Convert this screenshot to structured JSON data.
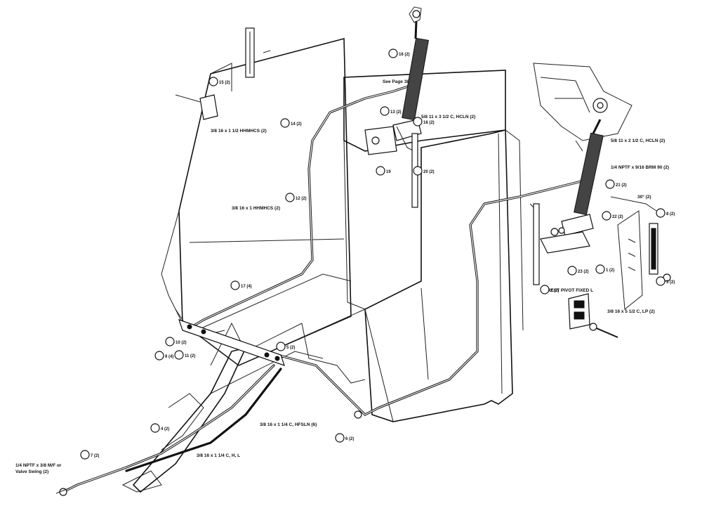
{
  "labels": {
    "see_page": "See Page 38",
    "bolt_1": "3/8 16 x 1 1/2 HHMHCS (2)",
    "bolt_2": "3/8 16 x 1 HHMHCS (2)",
    "bolt_3": "5/8 11 x 3 1/2 C, HCLN (2)",
    "bolt_4": "5/8 11 x 2 1/2 C, HCLN (2)",
    "fitting_1": "1/4 NPTF x 9/16 BRM 90 (2)",
    "angle_30": "30° (2)",
    "pivot": "(2) REST PIVOT FIXED L",
    "bolt_5": "3/8 16 x 5 1/2 C, LP (2)",
    "bolt_6": "3/8 16 x 1 1/4 C, HFSLN (6)",
    "bolt_7": "3/8 16 x 1 1/4 C, H, L",
    "fitting_2_line1": "1/4 NPTF x 3/8 M/F or",
    "fitting_2_line2": "Valve Swing (2)"
  },
  "callouts": {
    "c15": "15 (2)",
    "c14": "14 (2)",
    "c16": "16 (2)",
    "c13": "13 (2)",
    "c18": "18 (2)",
    "c19": "19",
    "c20": "20 (2)",
    "c12": "12 (2)",
    "c17": "17 (4)",
    "c10": "10 (2)",
    "c11": "11 (2)",
    "c9": "9 (4)",
    "c5": "5 (2)",
    "c4": "4 (2)",
    "c7": "7 (2)",
    "c6": "6 (2)",
    "c8": "8 (2)",
    "c3": "3 (2)",
    "c2": "2 (2)",
    "c1": "1 (2)",
    "c21": "21 (2)",
    "c22": "22 (2)",
    "c23": "23 (2)"
  }
}
